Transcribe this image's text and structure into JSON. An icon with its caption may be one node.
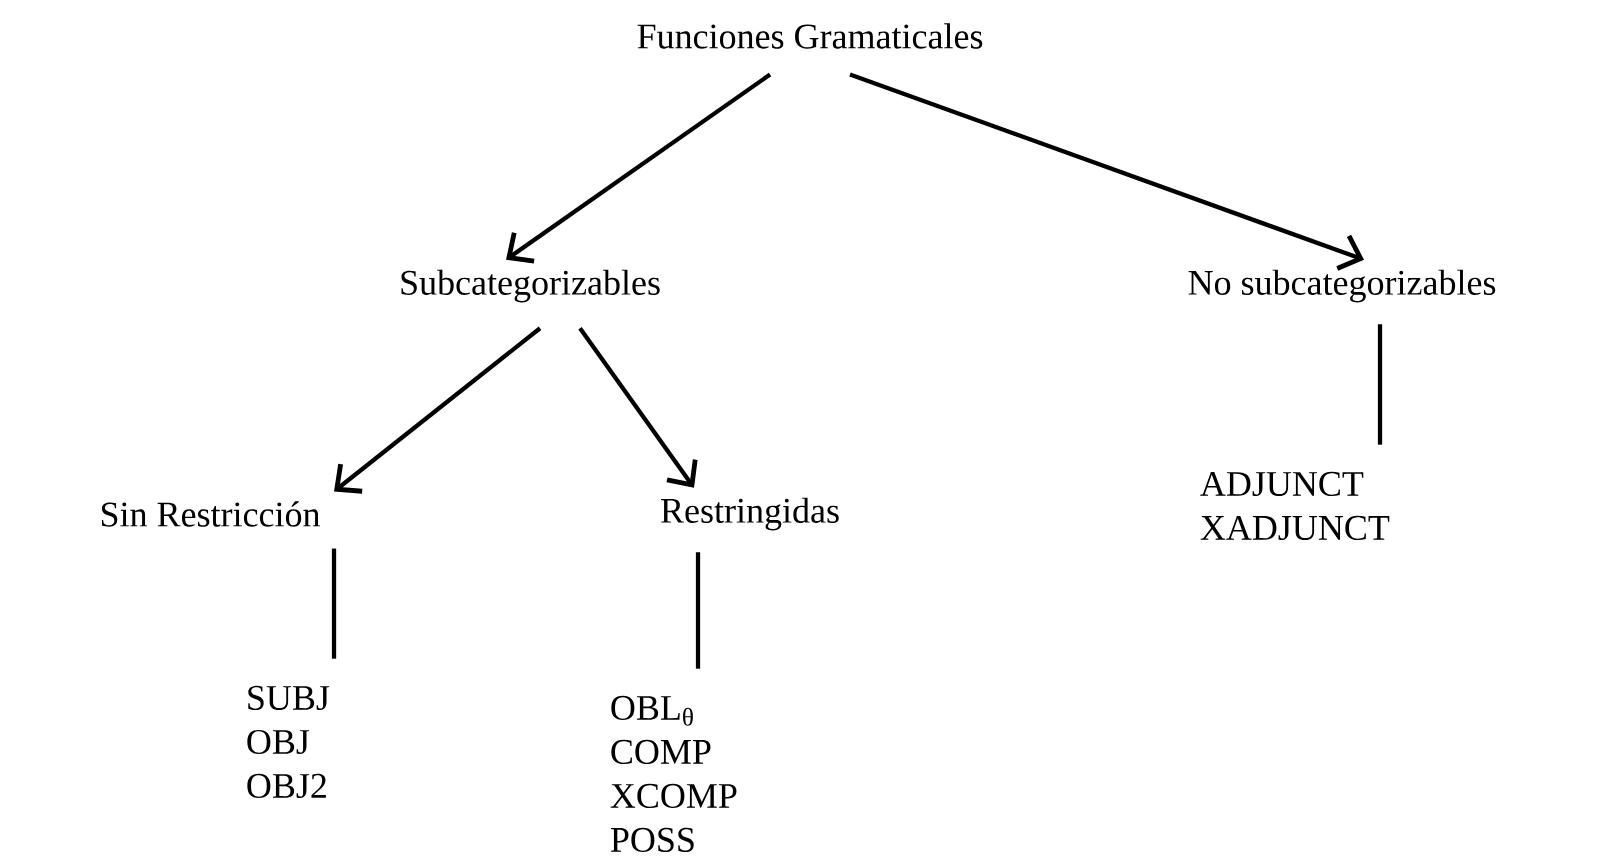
{
  "diagram": {
    "nodes": [
      {
        "text": [
          "Funciones Gramaticales"
        ]
      },
      {
        "text": [
          "Subcategorizables"
        ]
      },
      {
        "text": [
          "No subcategorizables"
        ]
      },
      {
        "text": [
          "Sin Restricción"
        ]
      },
      {
        "text": [
          "Restringidas"
        ]
      },
      {
        "text": [
          "SUBJ",
          "OBJ",
          "OBJ2"
        ]
      },
      {
        "text": [
          "OBL$_{θ}$",
          "COMP",
          "XCOMP",
          "POSS"
        ]
      },
      {
        "text": [
          "ADJUNCT",
          "XADJUNCT"
        ]
      }
    ],
    "edges": [
      {
        "from": 0,
        "to": 1,
        "arrow": "to"
      },
      {
        "from": 0,
        "to": 2,
        "arrow": "to"
      },
      {
        "from": 1,
        "to": 3,
        "arrow": "to"
      },
      {
        "from": 1,
        "to": 4,
        "arrow": "to"
      },
      {
        "from": 3,
        "to": 5,
        "arrow": "none"
      },
      {
        "from": 4,
        "to": 6,
        "arrow": "none"
      },
      {
        "from": 2,
        "to": 7,
        "arrow": "none"
      }
    ]
  }
}
